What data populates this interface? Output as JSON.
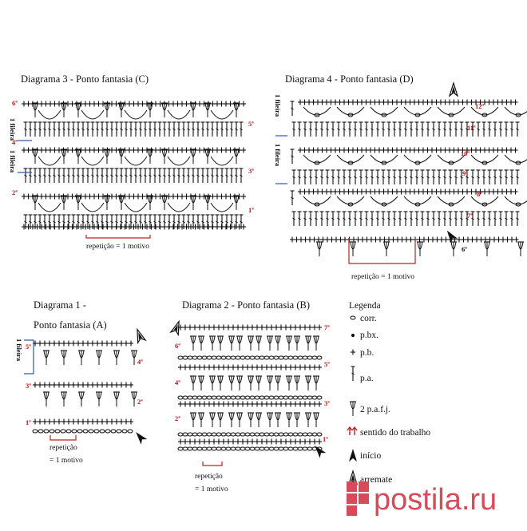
{
  "diagrams": {
    "d3": {
      "title": "Diagrama 3 - Ponto fantasia (C)",
      "rows": [
        "6ª",
        "4ª",
        "2ª",
        "5ª",
        "3ª",
        "1ª"
      ],
      "side": [
        "1 fileira",
        "1 fileira"
      ],
      "repeat": "repetição = 1 motivo"
    },
    "d4": {
      "title": "Diagrama 4 - Ponto fantasia (D)",
      "rows": [
        "12ª",
        "11ª",
        "10ª",
        "9ª",
        "8ª",
        "7ª",
        "6ª"
      ],
      "side": [
        "1 fileira",
        "1 fileira"
      ],
      "repeat": "repetição = 1 motivo"
    },
    "d1": {
      "title_line1": "Diagrama 1 -",
      "title_line2": "Ponto fantasia (A)",
      "rows": [
        "5ª",
        "3ª",
        "1ª",
        "4ª",
        "2ª"
      ],
      "side": "1 fileira",
      "repeat_line1": "repetição",
      "repeat_line2": "= 1 motivo"
    },
    "d2": {
      "title": "Diagrama 2 - Ponto fantasia (B)",
      "rows": [
        "6ª",
        "4ª",
        "2ª",
        "7ª",
        "5ª",
        "3ª",
        "1ª"
      ],
      "repeat_line1": "repetição",
      "repeat_line2": "= 1 motivo"
    }
  },
  "legend": {
    "title": "Legenda",
    "items": [
      {
        "symbol": "chain-icon",
        "label": "corr."
      },
      {
        "symbol": "slip-stitch-icon",
        "label": "p.bx."
      },
      {
        "symbol": "single-crochet-icon",
        "label": "p.b."
      },
      {
        "symbol": "double-crochet-icon",
        "label": "p.a."
      },
      {
        "symbol": "double-treble-cluster-icon",
        "label": "2 p.a.f.j."
      },
      {
        "symbol": "direction-arrows-icon",
        "label": "sentido do trabalho"
      },
      {
        "symbol": "start-marker-icon",
        "label": "início"
      },
      {
        "symbol": "finish-marker-icon",
        "label": "arremate"
      }
    ]
  },
  "watermark": "postila.ru",
  "colors": {
    "row_label": "#b01818",
    "rule_blue": "#2a5aa8",
    "rule_red": "#c02020",
    "watermark": "#d84a5a"
  }
}
